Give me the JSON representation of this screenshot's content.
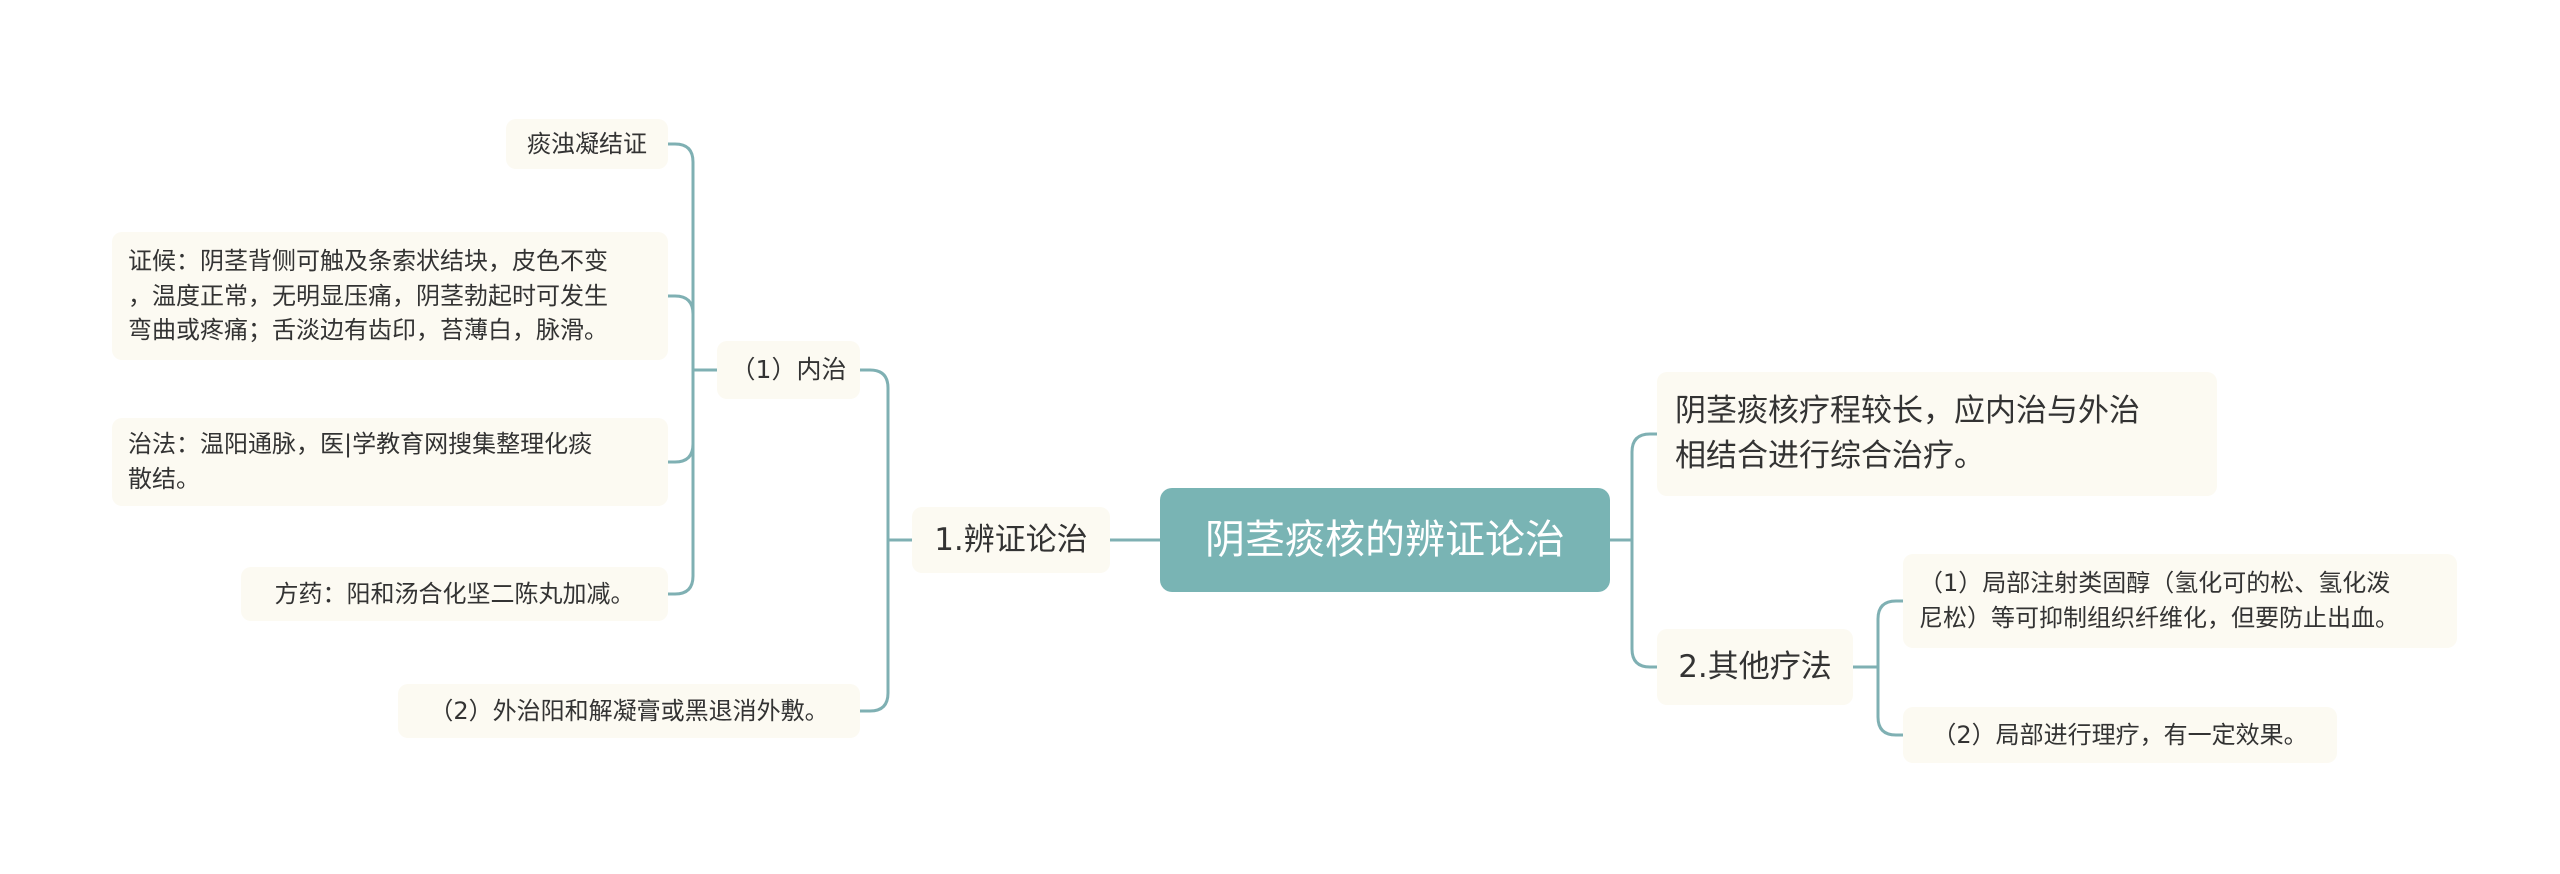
{
  "colors": {
    "connector": "#7fb0b3",
    "root_bg": "#79b4b4",
    "node_bg": "#fcfaf2"
  },
  "root": "阴茎痰核的辨证论治",
  "left": {
    "branch1": {
      "label": "1.辨证论治",
      "inner": {
        "label": "（1）内治",
        "items": [
          "痰浊凝结证",
          "证候：阴茎背侧可触及条索状结块，皮色不变\n，温度正常，无明显压痛，阴茎勃起时可发生\n弯曲或疼痛；舌淡边有齿印，苔薄白，脉滑。",
          "治法：温阳通脉，医|学教育网搜集整理化痰\n散结。",
          "方药：阳和汤合化坚二陈丸加减。"
        ]
      },
      "outer": "（2）外治阳和解凝膏或黑退消外敷。"
    }
  },
  "right": {
    "note": "阴茎痰核疗程较长，应内治与外治\n相结合进行综合治疗。",
    "branch2": {
      "label": "2.其他疗法",
      "items": [
        "（1）局部注射类固醇（氢化可的松、氢化泼\n尼松）等可抑制组织纤维化，但要防止出血。",
        "（2）局部进行理疗，有一定效果。"
      ]
    }
  }
}
